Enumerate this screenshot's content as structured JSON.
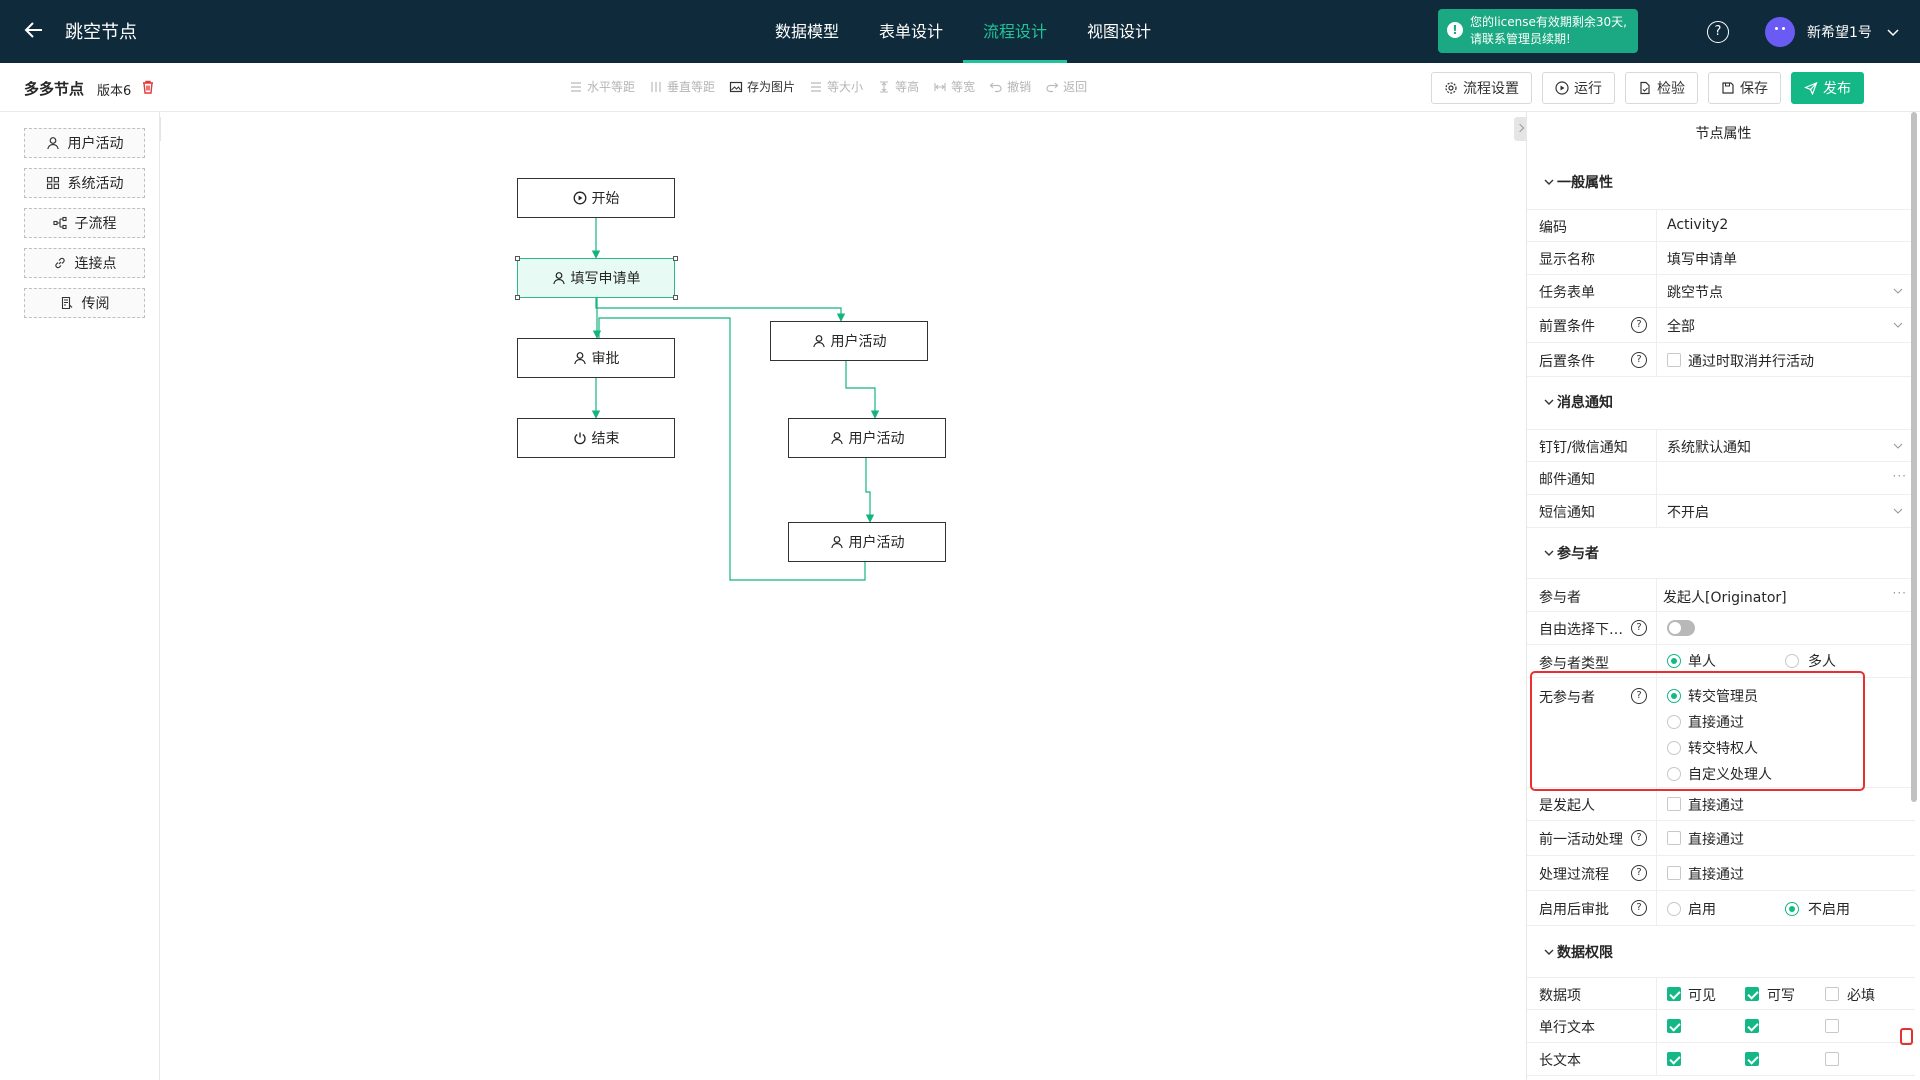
{
  "header": {
    "title": "跳空节点",
    "tabs": [
      {
        "label": "数据模型",
        "active": false
      },
      {
        "label": "表单设计",
        "active": false
      },
      {
        "label": "流程设计",
        "active": true
      },
      {
        "label": "视图设计",
        "active": false
      }
    ],
    "license_line1": "您的license有效期剩余30天,",
    "license_line2": "请联系管理员续期!",
    "user_name": "新希望1号"
  },
  "subbar": {
    "process_name": "多多节点",
    "version": "版本6",
    "tools": [
      {
        "label": "水平等距",
        "icon": "align-horizontal-icon",
        "enabled": false
      },
      {
        "label": "垂直等距",
        "icon": "align-vertical-icon",
        "enabled": false
      },
      {
        "label": "存为图片",
        "icon": "image-icon",
        "enabled": true
      },
      {
        "label": "等大小",
        "icon": "same-size-icon",
        "enabled": false
      },
      {
        "label": "等高",
        "icon": "same-height-icon",
        "enabled": false
      },
      {
        "label": "等宽",
        "icon": "same-width-icon",
        "enabled": false
      },
      {
        "label": "撤销",
        "icon": "undo-icon",
        "enabled": false
      },
      {
        "label": "返回",
        "icon": "redo-icon",
        "enabled": false
      }
    ],
    "buttons": {
      "settings": "流程设置",
      "run": "运行",
      "check": "检验",
      "save": "保存",
      "publish": "发布"
    }
  },
  "palette": [
    {
      "label": "用户活动",
      "icon": "user-icon"
    },
    {
      "label": "系统活动",
      "icon": "grid-icon"
    },
    {
      "label": "子流程",
      "icon": "subprocess-icon"
    },
    {
      "label": "连接点",
      "icon": "link-icon"
    },
    {
      "label": "传阅",
      "icon": "circulate-icon"
    }
  ],
  "diagram": {
    "nodes": {
      "start": "开始",
      "apply": "填写申请单",
      "approve": "审批",
      "end": "结束",
      "activity_a": "用户活动",
      "activity_b": "用户活动",
      "activity_c": "用户活动"
    }
  },
  "panel": {
    "title": "节点属性",
    "sections": {
      "general": "一般属性",
      "notify": "消息通知",
      "participants": "参与者",
      "data_perm": "数据权限"
    },
    "general": {
      "code_label": "编码",
      "code_value": "Activity2",
      "name_label": "显示名称",
      "name_value": "填写申请单",
      "form_label": "任务表单",
      "form_value": "跳空节点",
      "pre_label": "前置条件",
      "pre_value": "全部",
      "post_label": "后置条件",
      "post_value": "通过时取消并行活动"
    },
    "notify": {
      "dingtalk_label": "钉钉/微信通知",
      "dingtalk_value": "系统默认通知",
      "email_label": "邮件通知",
      "sms_label": "短信通知",
      "sms_value": "不开启"
    },
    "participants": {
      "participant_label": "参与者",
      "participant_value": "发起人[Originator]",
      "free_select_label": "自由选择下…",
      "type_label": "参与者类型",
      "type_single": "单人",
      "type_multi": "多人",
      "none_label": "无参与者",
      "none_options": [
        "转交管理员",
        "直接通过",
        "转交特权人",
        "自定义处理人"
      ],
      "originator_label": "是发起人",
      "originator_value": "直接通过",
      "prev_label": "前一活动处理",
      "prev_value": "直接通过",
      "handled_label": "处理过流程",
      "handled_value": "直接通过",
      "after_label": "启用后审批",
      "after_on": "启用",
      "after_off": "不启用"
    },
    "data_perm": {
      "header_label": "数据项",
      "col_visible": "可见",
      "col_writable": "可写",
      "col_required": "必填",
      "rows": [
        {
          "label": "单行文本",
          "visible": true,
          "writable": true,
          "required": false
        },
        {
          "label": "长文本",
          "visible": true,
          "writable": true,
          "required": false
        }
      ]
    }
  },
  "colors": {
    "header_bg": "#0f2a3a",
    "accent": "#13b886",
    "highlight": "#e8302f"
  }
}
